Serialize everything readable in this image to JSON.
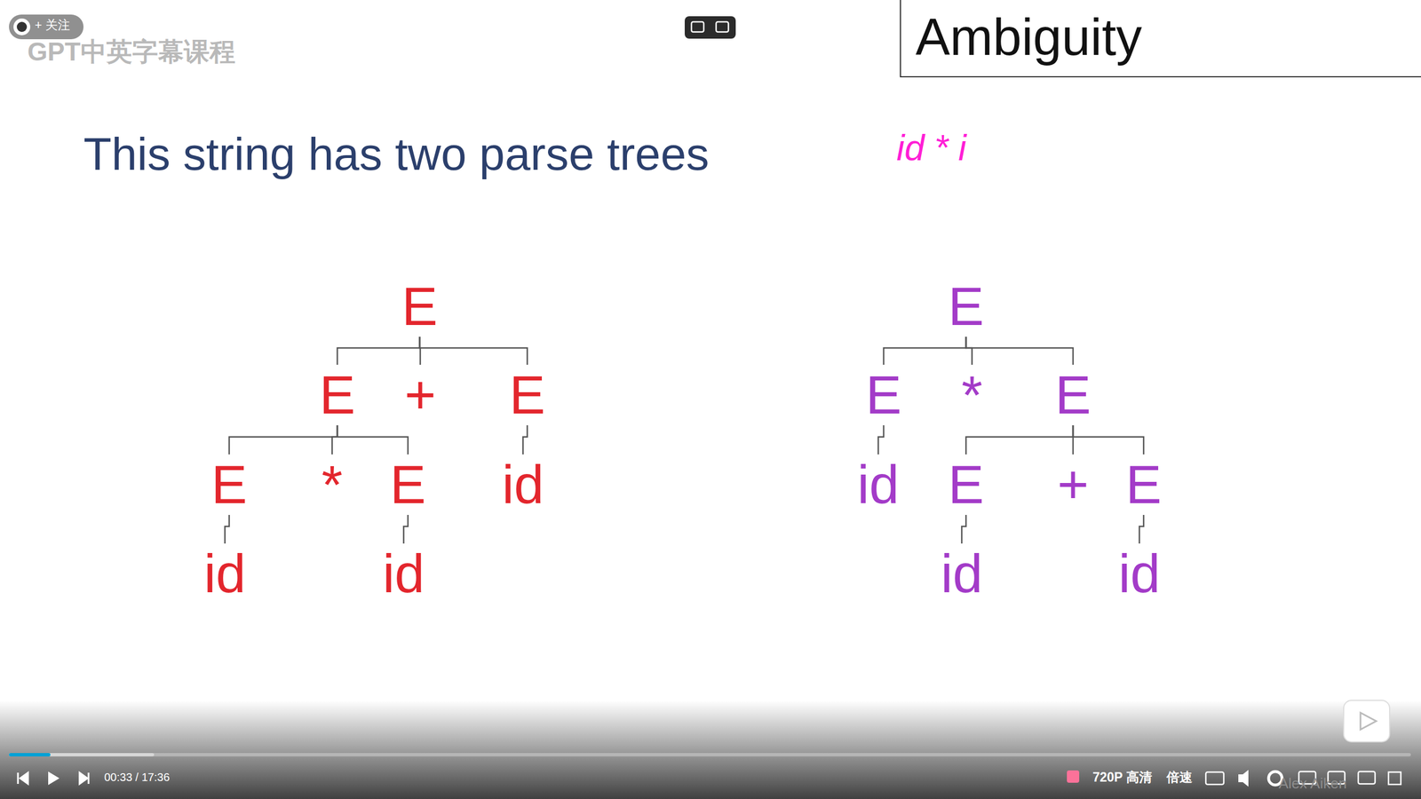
{
  "diagram": {
    "title": "Ambiguity",
    "nodes": [
      {
        "text": [
          "E"
        ]
      },
      {
        "text": [
          "E"
        ]
      },
      {
        "text": [
          "+"
        ]
      },
      {
        "text": [
          "E"
        ]
      },
      {
        "text": [
          "E"
        ]
      },
      {
        "text": [
          "*"
        ]
      },
      {
        "text": [
          "E"
        ]
      },
      {
        "text": [
          "id"
        ]
      },
      {
        "text": [
          "id"
        ]
      },
      {
        "text": [
          "id"
        ]
      },
      {
        "text": [
          "E"
        ]
      },
      {
        "text": [
          "E"
        ]
      },
      {
        "text": [
          "*"
        ]
      },
      {
        "text": [
          "E"
        ]
      },
      {
        "text": [
          "id"
        ]
      },
      {
        "text": [
          "E"
        ]
      },
      {
        "text": [
          "+"
        ]
      },
      {
        "text": [
          "E"
        ]
      },
      {
        "text": [
          "id"
        ]
      },
      {
        "text": [
          "id"
        ]
      }
    ],
    "edges": [
      {
        "from": 0,
        "to": 1,
        "arrow": "none"
      },
      {
        "from": 0,
        "to": 2,
        "arrow": "none"
      },
      {
        "from": 0,
        "to": 3,
        "arrow": "none"
      },
      {
        "from": 1,
        "to": 4,
        "arrow": "none"
      },
      {
        "from": 1,
        "to": 5,
        "arrow": "none"
      },
      {
        "from": 1,
        "to": 6,
        "arrow": "none"
      },
      {
        "from": 3,
        "to": 7,
        "arrow": "none"
      },
      {
        "from": 4,
        "to": 8,
        "arrow": "none"
      },
      {
        "from": 6,
        "to": 9,
        "arrow": "none"
      },
      {
        "from": 10,
        "to": 11,
        "arrow": "none"
      },
      {
        "from": 10,
        "to": 12,
        "arrow": "none"
      },
      {
        "from": 10,
        "to": 13,
        "arrow": "none"
      },
      {
        "from": 11,
        "to": 14,
        "arrow": "none"
      },
      {
        "from": 13,
        "to": 15,
        "arrow": "none"
      },
      {
        "from": 13,
        "to": 16,
        "arrow": "none"
      },
      {
        "from": 13,
        "to": 17,
        "arrow": "none"
      },
      {
        "from": 15,
        "to": 18,
        "arrow": "none"
      },
      {
        "from": 17,
        "to": 19,
        "arrow": "none"
      }
    ],
    "labels": [
      "This string has two parse trees",
      "id * i",
      "+ 关注",
      "GPT中英字幕课程",
      "00:33 / 17:36",
      "720P 高清",
      "倍速",
      "Alex Aiken"
    ]
  }
}
